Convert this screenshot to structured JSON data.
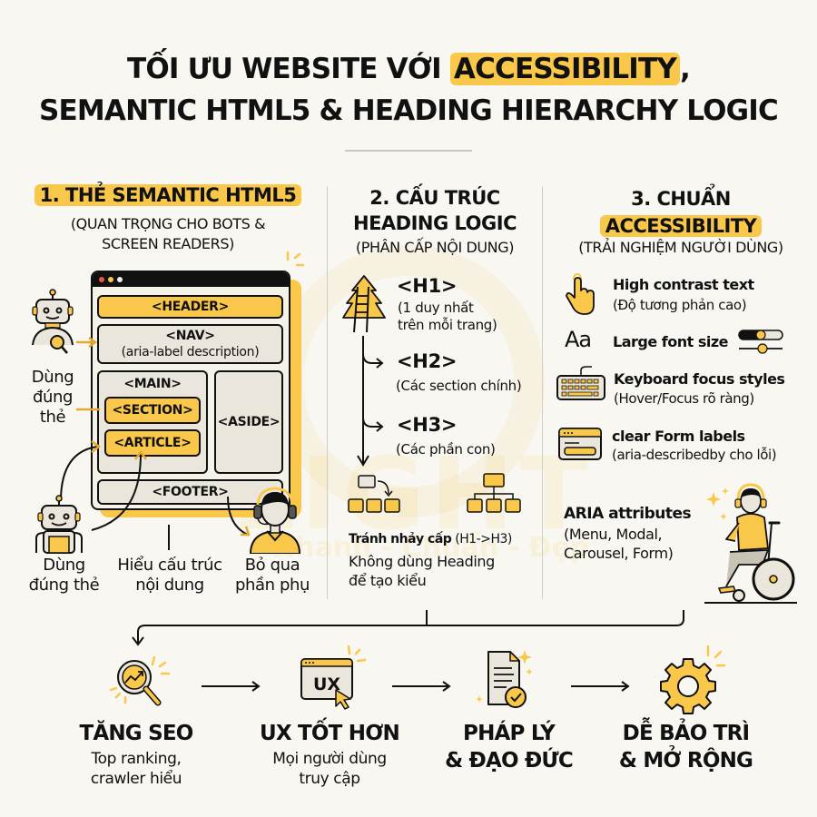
{
  "title": {
    "line1_prefix": "TỐI ƯU WEBSITE VỚI ",
    "line1_highlight": "ACCESSIBILITY",
    "line1_suffix": ",",
    "line2": "SEMANTIC HTML5  & HEADING HIERARCHY LOGIC"
  },
  "watermark": {
    "logo": "LIGHT",
    "tagline": "Nhanh - Chuẩn - Đẹp"
  },
  "colors": {
    "accent": "#f9c84a",
    "background": "#f8f7f2",
    "text": "#111111",
    "panel": "#ebe6dc"
  },
  "section1": {
    "title": "1. THẺ SEMANTIC HTML5",
    "subtitle_line1": "(QUAN TRỌNG CHO BOTS &",
    "subtitle_line2": "SCREEN READERS)",
    "window": {
      "header": "<HEADER>",
      "nav": "<NAV>",
      "nav_note": "(aria-label description)",
      "main": "<MAIN>",
      "section": "<SECTION>",
      "article": "<ARTICLE>",
      "aside": "<ASIDE>",
      "footer": "<FOOTER>"
    },
    "side_label": {
      "line1": "Dùng",
      "line2": "đúng",
      "line3": "thẻ"
    },
    "bottom_labels": [
      {
        "line1": "Dùng",
        "line2": "đúng thẻ"
      },
      {
        "line1": "Hiểu cấu trúc",
        "line2": "nội dung"
      },
      {
        "line1": "Bỏ qua",
        "line2": "phần phụ"
      }
    ]
  },
  "section2": {
    "title_line1": "2. CẤU TRÚC",
    "title_line2": "HEADING LOGIC",
    "subtitle": "(PHÂN CẤP NỘI DUNG)",
    "levels": [
      {
        "tag": "<H1>",
        "desc_line1": "(1 duy nhất",
        "desc_line2": "trên mỗi trang)"
      },
      {
        "tag": "<H2>",
        "desc_line1": "(Các section chính)"
      },
      {
        "tag": "<H3>",
        "desc_line1": "(Các phần con)"
      }
    ],
    "avoid_bold": "Tránh nhảy cấp",
    "avoid_note": " (H1->H3)",
    "rule_line1": "Không dùng Heading",
    "rule_line2": "để tạo kiểu"
  },
  "section3": {
    "title_line1": "3. CHUẨN",
    "title_line2": "ACCESSIBILITY",
    "subtitle": "(TRẢI NGHIỆM NGƯỜI DÙNG)",
    "items": [
      {
        "icon": "pointer-hand-icon",
        "title": "High contrast text",
        "desc": "(Độ tương phản cao)"
      },
      {
        "icon": "font-size-icon",
        "glyph": "Aa",
        "title": "Large font size",
        "desc": ""
      },
      {
        "icon": "keyboard-icon",
        "title": "Keyboard focus styles",
        "desc": "(Hover/Focus rõ ràng)"
      },
      {
        "icon": "form-icon",
        "title": "clear Form labels",
        "desc": "(aria-describedby cho lỗi)"
      }
    ],
    "aria": {
      "title": "ARIA attributes",
      "desc_line1": "(Menu, Modal,",
      "desc_line2": "Carousel, Form)"
    }
  },
  "benefits": [
    {
      "icon": "seo-magnifier-icon",
      "title_line1": "TĂNG SEO",
      "desc_line1": "Top ranking,",
      "desc_line2": "crawler hiểu"
    },
    {
      "icon": "ux-window-icon",
      "icon_text": "UX",
      "title_line1": "UX TỐT HƠN",
      "desc_line1": "Mọi người dùng",
      "desc_line2": "truy cập"
    },
    {
      "icon": "legal-document-icon",
      "title_line1": "PHÁP LÝ",
      "title_line2": "& ĐẠO ĐỨC"
    },
    {
      "icon": "gear-icon",
      "title_line1": "DỄ BẢO TRÌ",
      "title_line2": "& MỞ RỘNG"
    }
  ]
}
